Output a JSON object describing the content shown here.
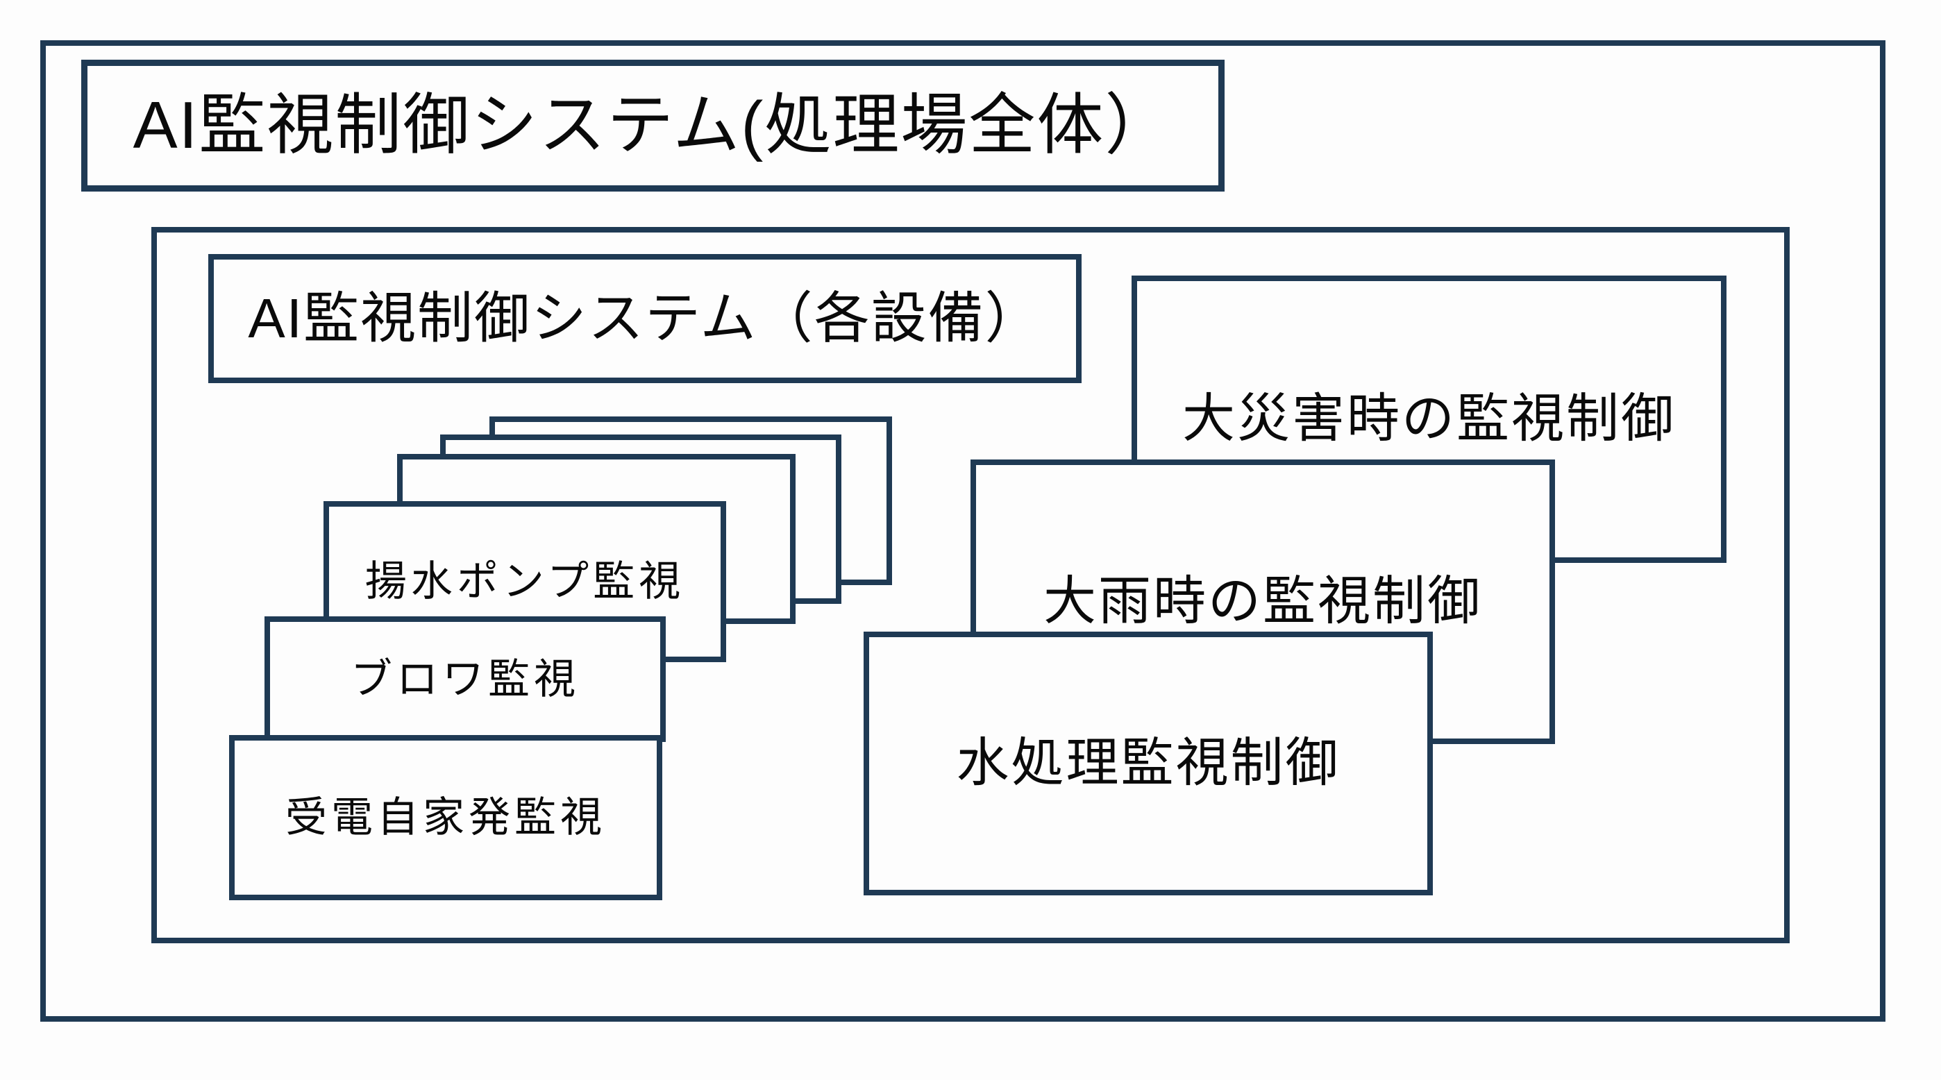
{
  "diagram": {
    "outer_system_title": "AI監視制御システム(処理場全体）",
    "inner_system_title": "AI監視制御システム（各設備）",
    "equipment_monitors": [
      {
        "label": "揚水ポンプ監視"
      },
      {
        "label": "ブロワ監視"
      },
      {
        "label": "受電自家発監視"
      }
    ],
    "placeholder_stack_count": 3,
    "operation_modes": [
      {
        "label": "大災害時の監視制御"
      },
      {
        "label": "大雨時の監視制御"
      },
      {
        "label": "水処理監視制御"
      }
    ],
    "colors": {
      "line": "#1f3a54",
      "background": "#fdfdfd",
      "text": "#0a0a0a"
    }
  }
}
